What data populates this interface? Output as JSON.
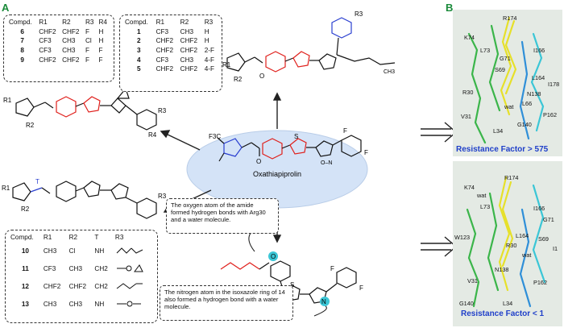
{
  "panel_labels": {
    "a": "A",
    "b": "B"
  },
  "center": {
    "name": "Oxathiapiprolin",
    "f1": "F",
    "f2": "F",
    "cf3": "F3C"
  },
  "table1": {
    "headers": [
      "Compd.",
      "R1",
      "R2",
      "R3",
      "R4"
    ],
    "rows": [
      [
        "6",
        "CHF2",
        "CHF2",
        "F",
        "H"
      ],
      [
        "7",
        "CF3",
        "CH3",
        "Cl",
        "H"
      ],
      [
        "8",
        "CF3",
        "CH3",
        "F",
        "F"
      ],
      [
        "9",
        "CHF2",
        "CHF2",
        "F",
        "F"
      ]
    ]
  },
  "table2": {
    "headers": [
      "Compd.",
      "R1",
      "R2",
      "R3"
    ],
    "rows": [
      [
        "1",
        "CF3",
        "CH3",
        "H"
      ],
      [
        "2",
        "CHF2",
        "CHF2",
        "H"
      ],
      [
        "3",
        "CHF2",
        "CHF2",
        "2-F"
      ],
      [
        "4",
        "CF3",
        "CH3",
        "4-F"
      ],
      [
        "5",
        "CHF2",
        "CHF2",
        "4-F"
      ]
    ]
  },
  "table3": {
    "headers": [
      "Compd.",
      "R1",
      "R2",
      "T",
      "R3"
    ],
    "rows": [
      [
        "10",
        "CH3",
        "Cl",
        "NH",
        ""
      ],
      [
        "11",
        "CF3",
        "CH3",
        "CH2",
        ""
      ],
      [
        "12",
        "CHF2",
        "CHF2",
        "CH2",
        ""
      ],
      [
        "13",
        "CH3",
        "CH3",
        "NH",
        ""
      ]
    ]
  },
  "notes": {
    "amide": "The oxygen atom of the amide formed hydrogen bonds with Arg30 and a water molecule.",
    "isoxazole": "The nitrogen atom in the isoxazole ring of 14 also formed a hydrogen bond with a water molecule."
  },
  "compound14": "14",
  "struct_labels": {
    "r1": "R1",
    "r2": "R2",
    "r3": "R3",
    "r4": "R4",
    "t": "T",
    "s": "S",
    "n": "N",
    "o": "O",
    "ch3": "CH3",
    "o_n": "O–N"
  },
  "b_top": {
    "resistance": "Resistance Factor > 575",
    "residues": [
      "R174",
      "K74",
      "L73",
      "G71",
      "I166",
      "S69",
      "L164",
      "I178",
      "R30",
      "N138",
      "L66",
      "wat",
      "V31",
      "P162",
      "G140",
      "L34"
    ]
  },
  "b_bottom": {
    "resistance": "Resistance Factor < 1",
    "residues": [
      "R174",
      "K74",
      "wat",
      "L73",
      "I166",
      "G71",
      "W123",
      "L164",
      "S69",
      "R30",
      "I1",
      "wat",
      "N138",
      "V31",
      "P162",
      "G140",
      "L34"
    ]
  },
  "colors": {
    "red": "#e0201c",
    "blue": "#2a3fd0",
    "ellipse": "#d4e3f7",
    "green": "#1a8a3a",
    "yellow": "#e6e02a",
    "cyan": "#3bc6d6"
  }
}
